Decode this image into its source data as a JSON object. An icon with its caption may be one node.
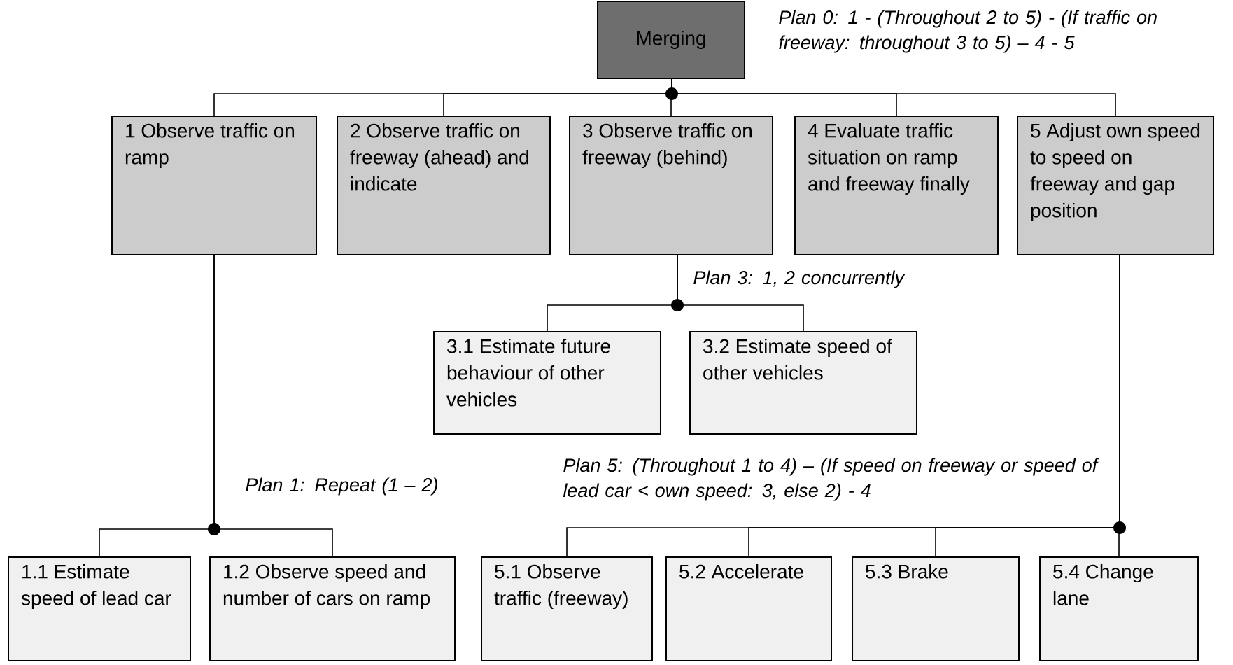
{
  "diagram": {
    "nodes": [
      {
        "text": [
          "Merging"
        ]
      },
      {
        "text": [
          "1 Observe traffic on ramp"
        ]
      },
      {
        "text": [
          "2 Observe traffic on freeway (ahead) and indicate"
        ]
      },
      {
        "text": [
          "3 Observe traffic on freeway (behind)"
        ]
      },
      {
        "text": [
          "4 Evaluate traffic situation on ramp and freeway finally"
        ]
      },
      {
        "text": [
          "5 Adjust own speed to speed on freeway and gap position"
        ]
      },
      {
        "text": [
          "3.1 Estimate future behaviour of other vehicles"
        ]
      },
      {
        "text": [
          "3.2 Estimate speed of other vehicles"
        ]
      },
      {
        "text": [
          "1.1 Estimate speed of lead car"
        ]
      },
      {
        "text": [
          "1.2 Observe speed and number of cars on ramp"
        ]
      },
      {
        "text": [
          "5.1 Observe traffic (freeway)"
        ]
      },
      {
        "text": [
          "5.2 Accelerate"
        ]
      },
      {
        "text": [
          "5.3 Brake"
        ]
      },
      {
        "text": [
          "5.4 Change lane"
        ]
      }
    ],
    "edges": [
      {
        "from": 0,
        "to": 1,
        "arrow": "none"
      },
      {
        "from": 0,
        "to": 2,
        "arrow": "none"
      },
      {
        "from": 0,
        "to": 3,
        "arrow": "none"
      },
      {
        "from": 0,
        "to": 4,
        "arrow": "none"
      },
      {
        "from": 0,
        "to": 5,
        "arrow": "none"
      },
      {
        "from": 3,
        "to": 6,
        "arrow": "none"
      },
      {
        "from": 3,
        "to": 7,
        "arrow": "none"
      },
      {
        "from": 1,
        "to": 8,
        "arrow": "none"
      },
      {
        "from": 1,
        "to": 9,
        "arrow": "none"
      },
      {
        "from": 5,
        "to": 10,
        "arrow": "none"
      },
      {
        "from": 5,
        "to": 11,
        "arrow": "none"
      },
      {
        "from": 5,
        "to": 12,
        "arrow": "none"
      },
      {
        "from": 5,
        "to": 13,
        "arrow": "none"
      }
    ],
    "labels": [
      "Plan 0: 1 - (Throughout 2 to 5) - (If traffic on freeway: throughout 3 to 5) – 4 - 5",
      "Plan 3: 1, 2 concurrently",
      "Plan 1: Repeat (1 – 2)",
      "Plan 5: (Throughout 1 to 4) – (If speed on freeway or speed of lead car < own speed: 3, else 2)  - 4"
    ]
  }
}
